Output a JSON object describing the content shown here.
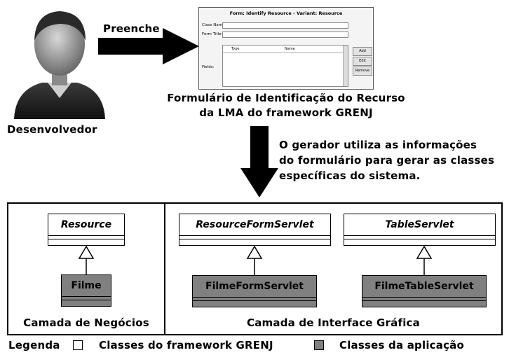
{
  "top": {
    "developer_label": "Desenvolvedor",
    "fill_label": "Preenche",
    "form_caption_line1": "Formulário de Identificação do Recurso",
    "form_caption_line2": "da LMA do framework GRENJ",
    "generator_line1": "O gerador utiliza as informações",
    "generator_line2": "do formulário para gerar as classes",
    "generator_line3": "específicas do sistema."
  },
  "form_screenshot": {
    "title": "Form: Identify Resource - Variant: Resource",
    "class_name_label": "Class Name:",
    "form_title_label": "Form Title:",
    "fields_label": "Fields:",
    "col_type": "Type",
    "col_name": "Name",
    "add_button": "Add",
    "edit_button": "Edit",
    "remove_button": "Remove"
  },
  "business_layer": {
    "caption": "Camada de Negócios",
    "framework_class": "Resource",
    "app_class": "Filme"
  },
  "gui_layer": {
    "caption": "Camada de Interface Gráfica",
    "framework_class_1": "ResourceFormServlet",
    "framework_class_2": "TableServlet",
    "app_class_1": "FilmeFormServlet",
    "app_class_2": "FilmeTableServlet"
  },
  "legend": {
    "title": "Legenda",
    "framework_item": "Classes do framework GRENJ",
    "app_item": "Classes da aplicação",
    "framework_color": "#ffffff",
    "app_color": "#808080"
  }
}
